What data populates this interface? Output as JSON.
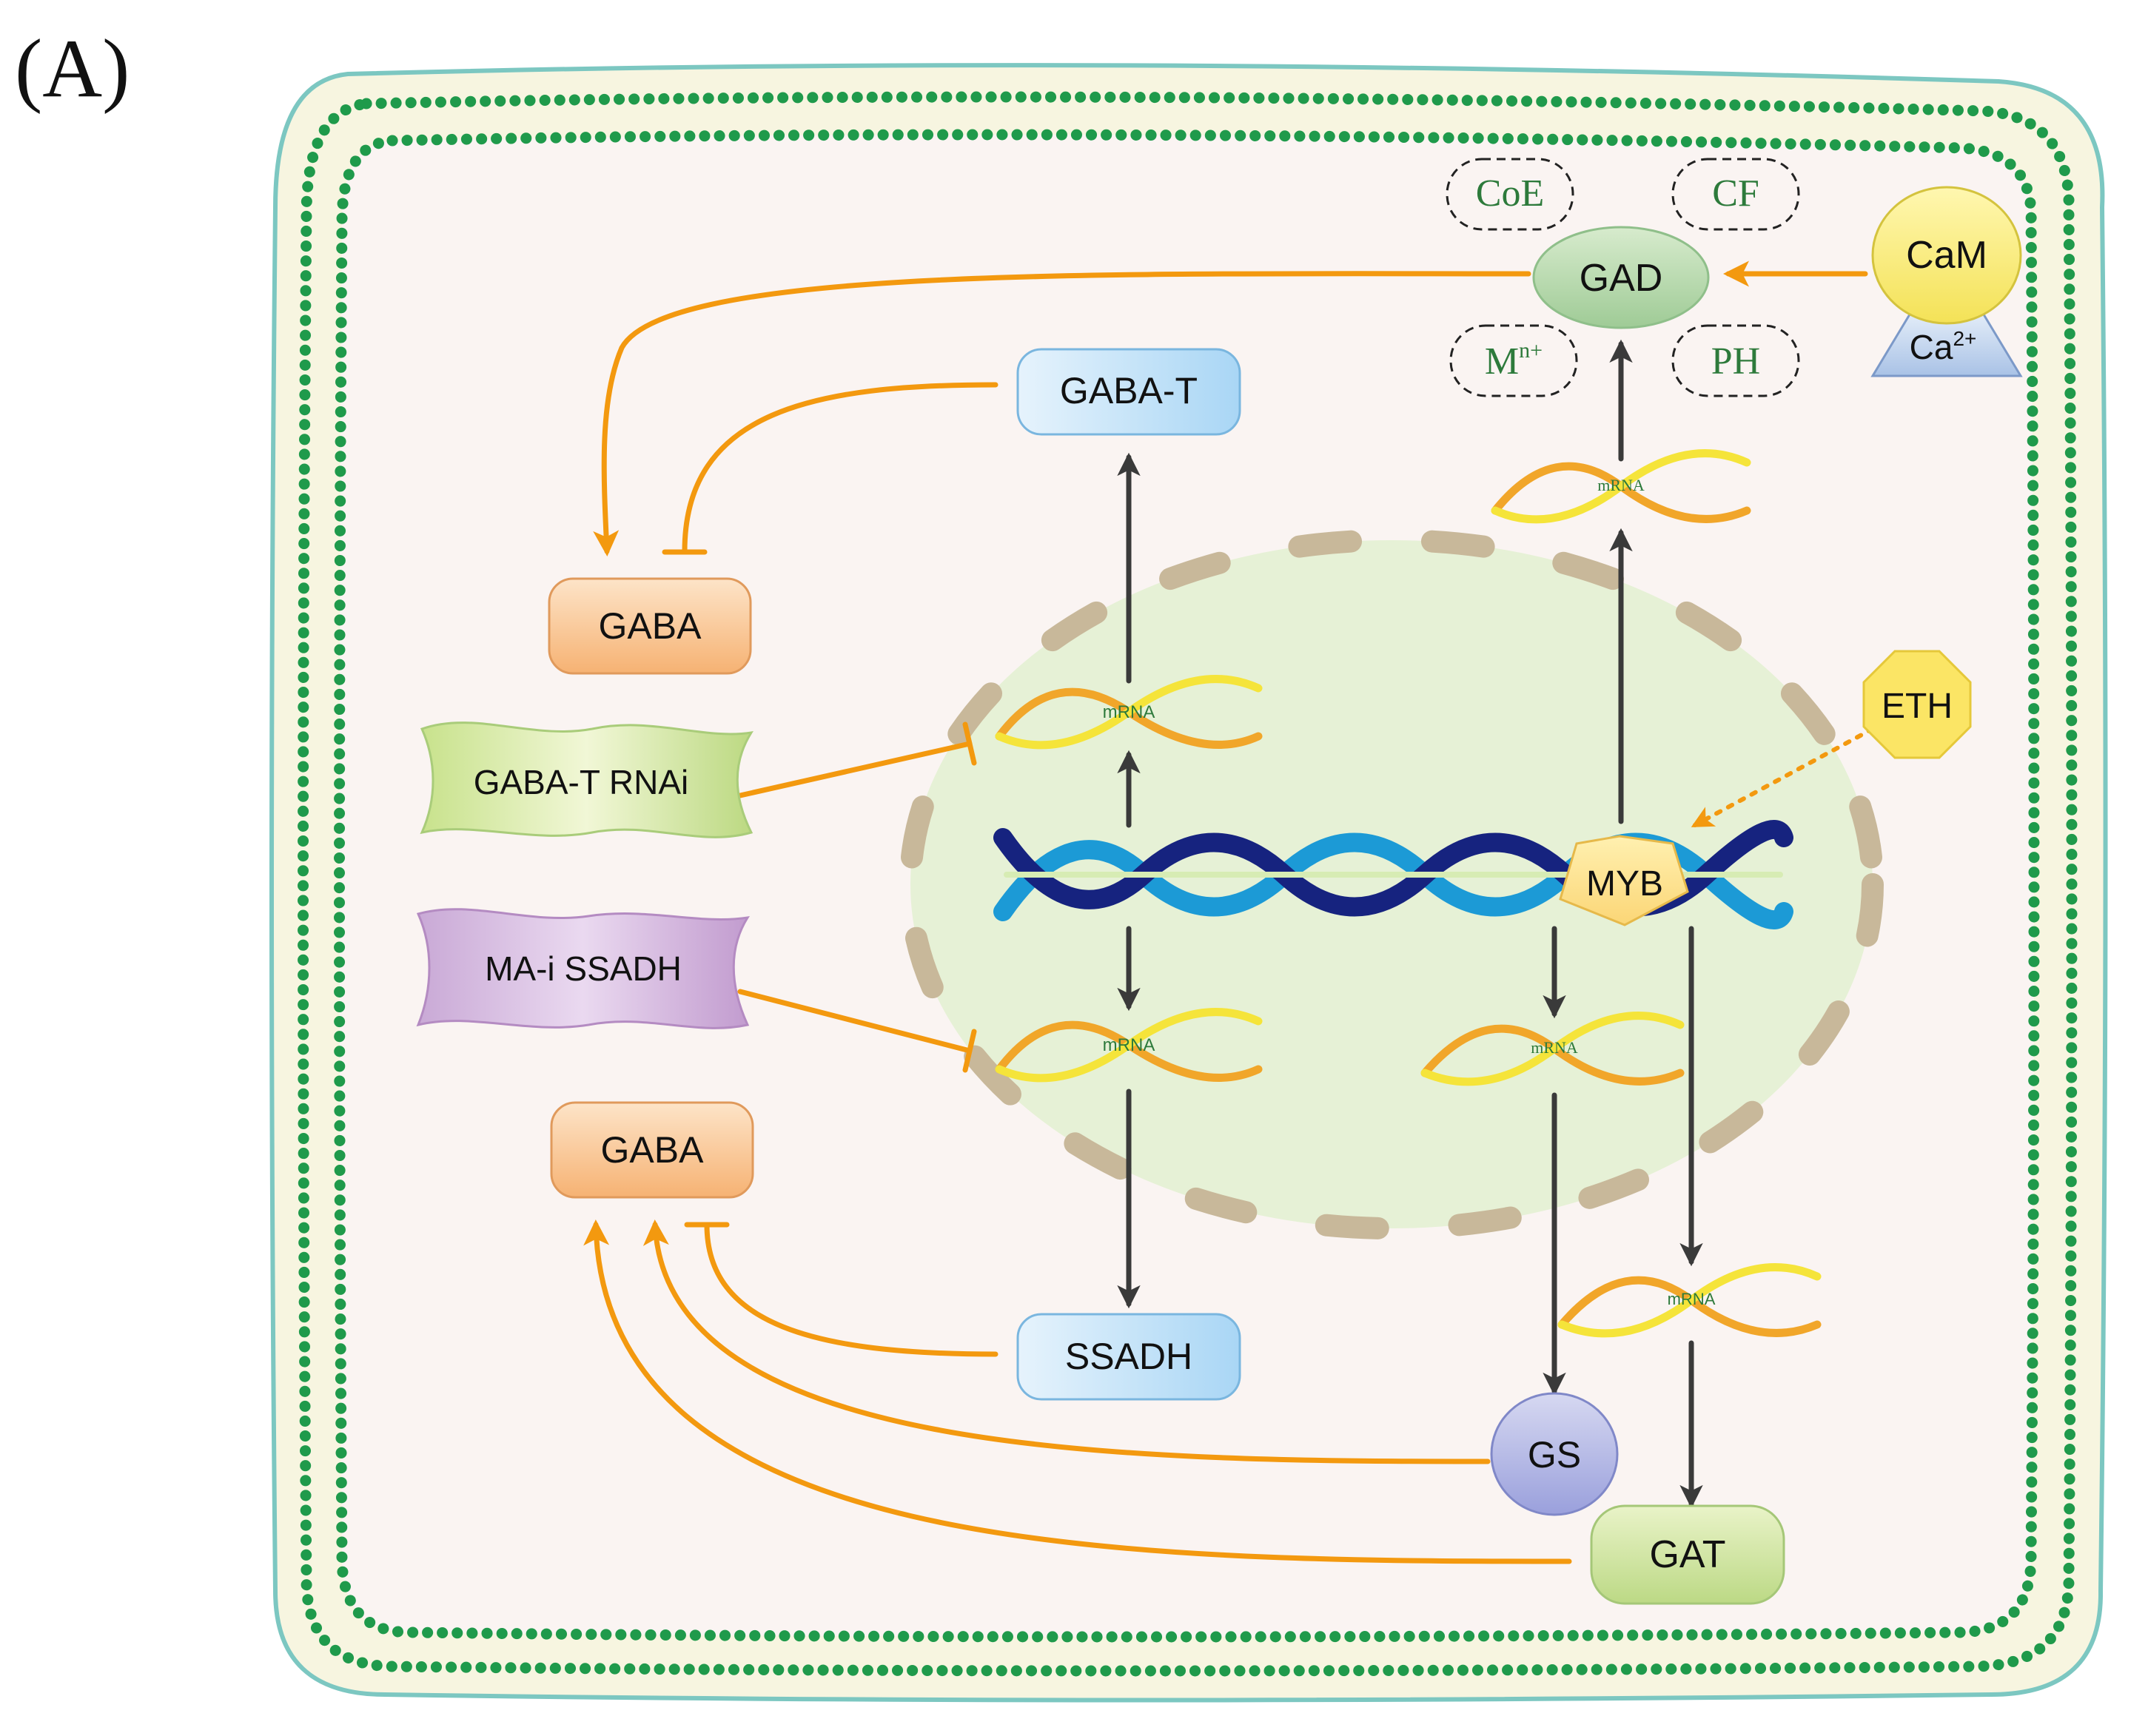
{
  "panel_label": "(A)",
  "nodes": {
    "gad": "GAD",
    "cam": "CaM",
    "ca": "Ca",
    "ca_sup": "2+",
    "coe": "CoE",
    "cf": "CF",
    "mn": "M",
    "mn_sup": "n+",
    "ph": "PH",
    "gaba_t": "GABA-T",
    "gaba_top": "GABA",
    "gaba_bottom": "GABA",
    "gaba_t_rnai": "GABA-T RNAi",
    "ma_i_ssadh": "MA-i SSADH",
    "eth": "ETH",
    "myb": "MYB",
    "ssadh": "SSADH",
    "gs": "GS",
    "gat": "GAT"
  },
  "mrna_label": "mRNA",
  "colors": {
    "orange_arrow": "#f3990f",
    "dark_arrow": "#3a3a3a",
    "membrane_dot": "#1f9a4b",
    "membrane_fill": "#f7f5e0",
    "membrane_outline": "#7cc7c1",
    "cytoplasm": "#faf4f2",
    "nucleus": "#e6f1d6",
    "nuclear_envelope": "#c8b89a",
    "cofactor_text": "#2d7a3b"
  }
}
